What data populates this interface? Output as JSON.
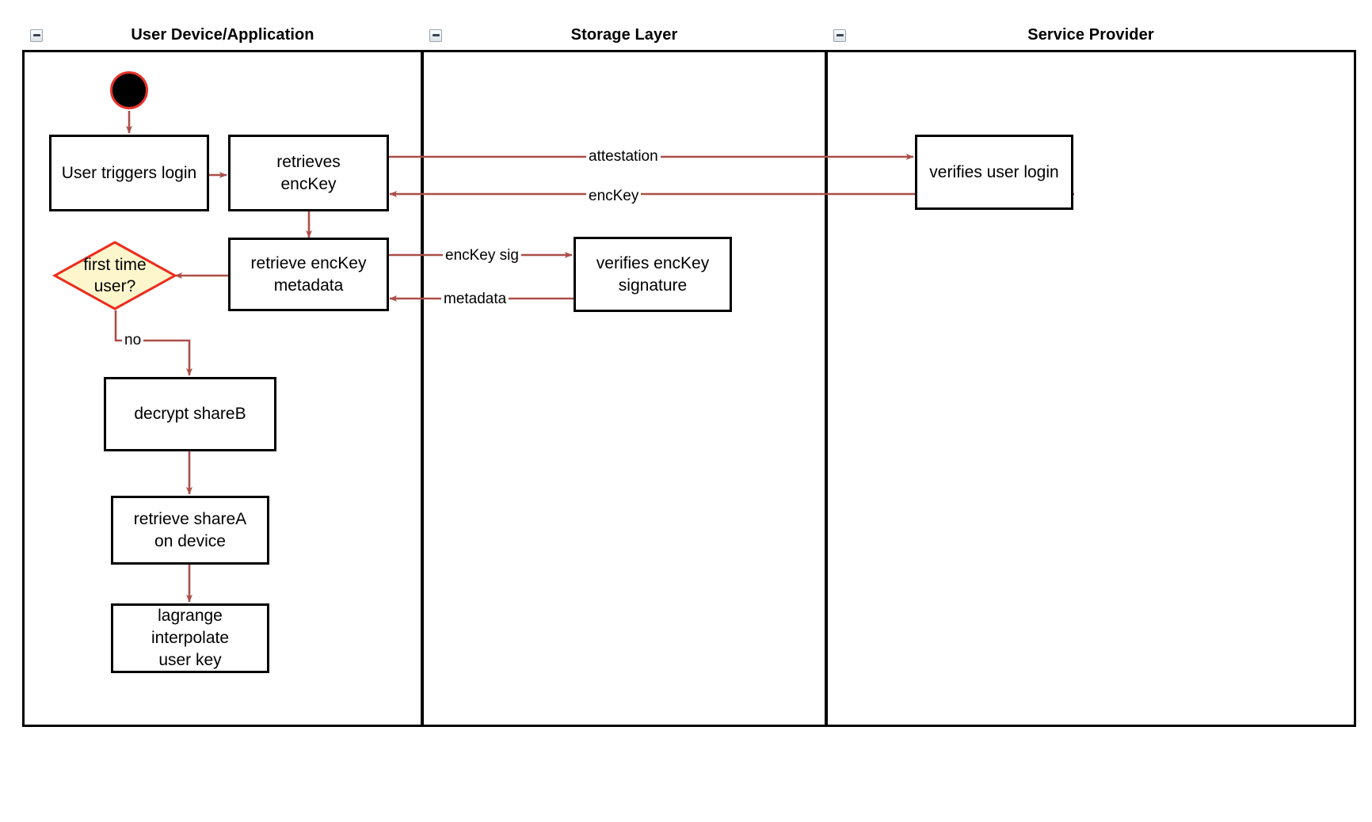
{
  "diagram": {
    "type": "swimlane-activity-diagram",
    "colors": {
      "lane_border": "#000000",
      "node_border": "#000000",
      "node_fill": "#ffffff",
      "edge": "#ab4f48",
      "decision_fill": "#fdf6cd",
      "decision_border": "#ee2b1d",
      "start_fill": "#000000",
      "start_ring": "#e8332a",
      "background": "#ffffff"
    },
    "lanes": [
      {
        "id": "user-device",
        "title": "User Device/Application",
        "collapse_icon": "collapse-minus-icon"
      },
      {
        "id": "storage-layer",
        "title": "Storage Layer",
        "collapse_icon": "collapse-minus-icon"
      },
      {
        "id": "service-provider",
        "title": "Service Provider",
        "collapse_icon": "collapse-minus-icon"
      }
    ],
    "nodes": [
      {
        "id": "start",
        "kind": "start",
        "lane": "user-device",
        "label": ""
      },
      {
        "id": "user-triggers-login",
        "kind": "activity",
        "lane": "user-device",
        "label": "User triggers login"
      },
      {
        "id": "retrieves-enckey",
        "kind": "activity",
        "lane": "user-device",
        "label": "retrieves\nencKey"
      },
      {
        "id": "retrieve-enckey-metadata",
        "kind": "activity",
        "lane": "user-device",
        "label": "retrieve encKey\nmetadata"
      },
      {
        "id": "first-time-user",
        "kind": "decision",
        "lane": "user-device",
        "label": "first time\nuser?"
      },
      {
        "id": "decrypt-shareb",
        "kind": "activity",
        "lane": "user-device",
        "label": "decrypt shareB"
      },
      {
        "id": "retrieve-sharea-on-device",
        "kind": "activity",
        "lane": "user-device",
        "label": "retrieve shareA\non device"
      },
      {
        "id": "lagrange-interpolate-user-key",
        "kind": "activity",
        "lane": "user-device",
        "label": "lagrange interpolate\nuser key"
      },
      {
        "id": "verifies-enckey-signature",
        "kind": "activity",
        "lane": "storage-layer",
        "label": "verifies encKey\nsignature"
      },
      {
        "id": "verifies-user-login",
        "kind": "activity",
        "lane": "service-provider",
        "label": "verifies user login"
      }
    ],
    "edges": [
      {
        "id": "e-start-login",
        "from": "start",
        "to": "user-triggers-login",
        "label": ""
      },
      {
        "id": "e-login-retrieves",
        "from": "user-triggers-login",
        "to": "retrieves-enckey",
        "label": ""
      },
      {
        "id": "e-attestation",
        "from": "retrieves-enckey",
        "to": "verifies-user-login",
        "label": "attestation"
      },
      {
        "id": "e-enckey",
        "from": "verifies-user-login",
        "to": "retrieves-enckey",
        "label": "encKey"
      },
      {
        "id": "e-retrieves-metadata",
        "from": "retrieves-enckey",
        "to": "retrieve-enckey-metadata",
        "label": ""
      },
      {
        "id": "e-enckey-sig",
        "from": "retrieve-enckey-metadata",
        "to": "verifies-enckey-signature",
        "label": "encKey sig"
      },
      {
        "id": "e-metadata",
        "from": "verifies-enckey-signature",
        "to": "retrieve-enckey-metadata",
        "label": "metadata"
      },
      {
        "id": "e-metadata-decision",
        "from": "retrieve-enckey-metadata",
        "to": "first-time-user",
        "label": ""
      },
      {
        "id": "e-no",
        "from": "first-time-user",
        "to": "decrypt-shareb",
        "label": "no"
      },
      {
        "id": "e-decrypt-retrieve",
        "from": "decrypt-shareb",
        "to": "retrieve-sharea-on-device",
        "label": ""
      },
      {
        "id": "e-retrieve-lagrange",
        "from": "retrieve-sharea-on-device",
        "to": "lagrange-interpolate-user-key",
        "label": ""
      }
    ]
  }
}
